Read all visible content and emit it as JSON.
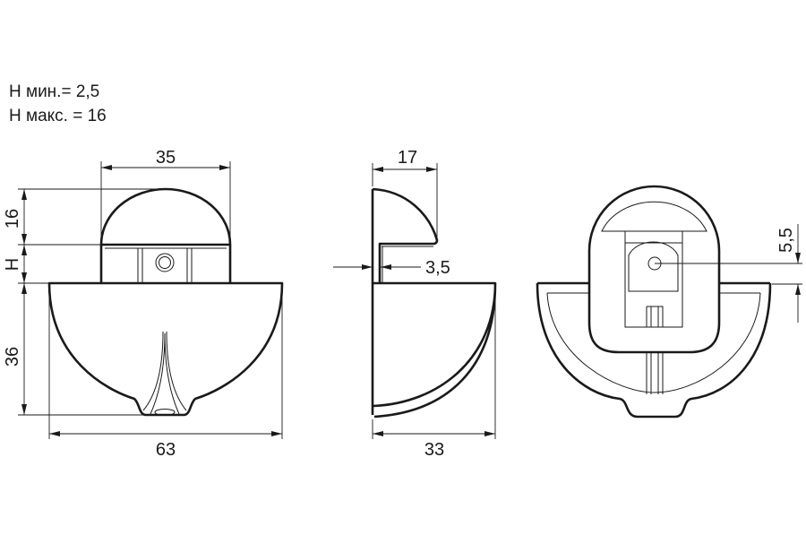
{
  "notes": {
    "h_min": "H мин.= 2,5",
    "h_max": "H макс. = 16"
  },
  "front_view": {
    "width_top": "35",
    "height_top": "16",
    "gap": "H",
    "height_bottom": "36",
    "width_total": "63"
  },
  "side_view": {
    "depth_top": "17",
    "thickness": "3,5",
    "depth_total": "33"
  },
  "back_view": {
    "hole_offset": "5,5"
  }
}
